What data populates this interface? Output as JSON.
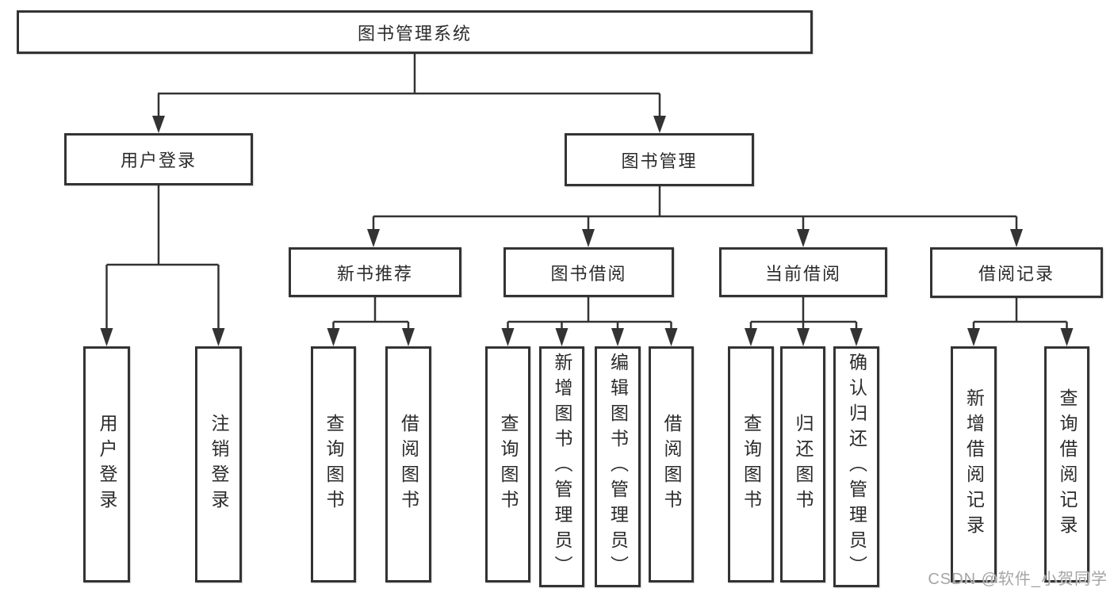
{
  "diagram": {
    "root": {
      "label": "图书管理系统"
    },
    "branches": [
      {
        "label": "用户登录",
        "children": [
          {
            "label": "用户登录"
          },
          {
            "label": "注销登录"
          }
        ]
      },
      {
        "label": "图书管理",
        "children": [
          {
            "label": "新书推荐",
            "children": [
              {
                "label": "查询图书"
              },
              {
                "label": "借阅图书"
              }
            ]
          },
          {
            "label": "图书借阅",
            "children": [
              {
                "label": "查询图书"
              },
              {
                "label": "新增图书（管理员）"
              },
              {
                "label": "编辑图书（管理员）"
              },
              {
                "label": "借阅图书"
              }
            ]
          },
          {
            "label": "当前借阅",
            "children": [
              {
                "label": "查询图书"
              },
              {
                "label": "归还图书"
              },
              {
                "label": "确认归还（管理员）"
              }
            ]
          },
          {
            "label": "借阅记录",
            "children": [
              {
                "label": "新增借阅记录"
              },
              {
                "label": "查询借阅记录"
              }
            ]
          }
        ]
      }
    ]
  },
  "colors": {
    "line": "#333333",
    "text": "#2b2b2b",
    "background": "#ffffff",
    "watermark": "#a5a5a5"
  },
  "watermark": {
    "text": "CSDN @软件_小贺同学"
  }
}
